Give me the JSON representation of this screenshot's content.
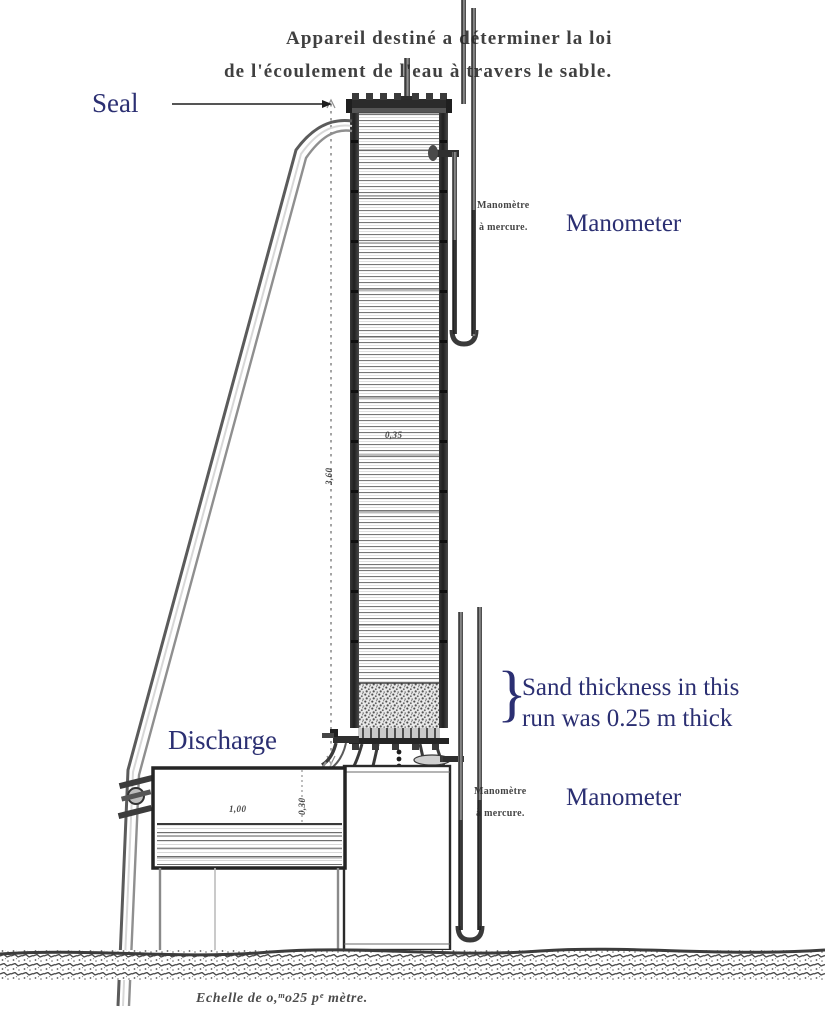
{
  "figure": {
    "title_lines": [
      "Appareil destiné a déterminer la loi",
      "de l'écoulement de l'eau  à travers  le sable."
    ],
    "scale_caption": "Echelle de o,ᵐo25 pᵉ mètre.",
    "original_notes": {
      "manometer_top_line1": "Manomètre",
      "manometer_top_line2": "à mercure.",
      "manometer_bottom_line1": "Manomètre",
      "manometer_bottom_line2": "à mercure."
    },
    "dimensions": {
      "column_height": "3,60",
      "column_inner": "0,35",
      "tank_width": "1,00",
      "tank_depth": "0,30"
    }
  },
  "annotations": {
    "seal": "Seal",
    "manometer_top": "Manometer",
    "manometer_bottom": "Manometer",
    "discharge": "Discharge",
    "sand_note_brace": "}",
    "sand_note": "Sand thickness in this\nrun was 0.25 m thick"
  },
  "colors": {
    "annotation_blue": "#2b2f72",
    "engraving_ink": "#2b2b2b",
    "paper": "#ffffff"
  },
  "icons": {
    "leader_arrow": "leader-arrow-icon",
    "brace": "curly-brace-icon"
  }
}
